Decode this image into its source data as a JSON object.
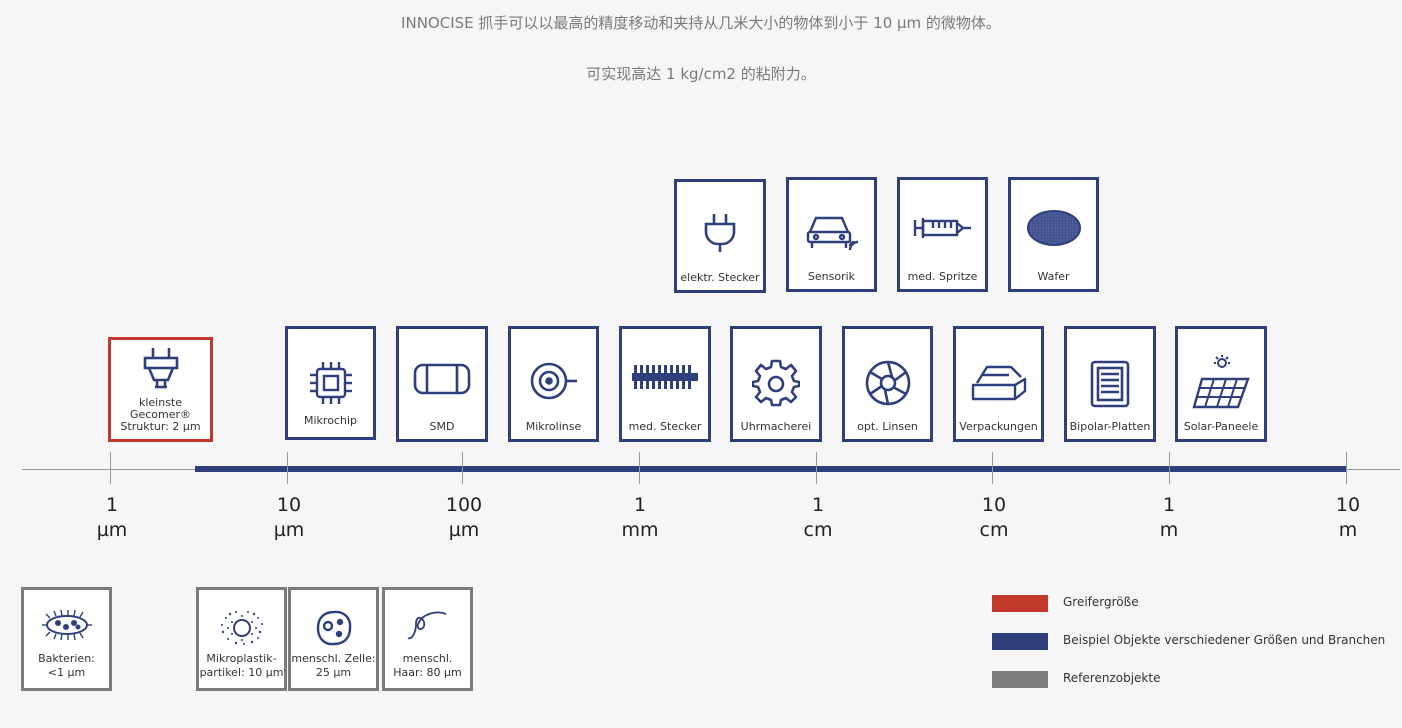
{
  "intro": {
    "line1": "INNOCISE 抓手可以以最高的精度移动和夹持从几米大小的物体到小于 10 µm 的微物体。",
    "line2": "可实现高达 1 kg/cm2 的粘附力。"
  },
  "gripper": {
    "label": [
      "kleinste",
      "Gecomer®",
      "Struktur: 2 µm"
    ],
    "icon": "gripper-icon"
  },
  "top_objects": [
    {
      "label": "elektr. Stecker",
      "icon": "plug-icon"
    },
    {
      "label": "Sensorik",
      "icon": "car-sensor-icon"
    },
    {
      "label": "med. Spritze",
      "icon": "syringe-icon"
    },
    {
      "label": "Wafer",
      "icon": "wafer-icon"
    }
  ],
  "mid_objects": [
    {
      "label": "Mikrochip",
      "icon": "chip-icon"
    },
    {
      "label": "SMD",
      "icon": "smd-icon"
    },
    {
      "label": "Mikrolinse",
      "icon": "lens-icon"
    },
    {
      "label": "med. Stecker",
      "icon": "connector-icon"
    },
    {
      "label": "Uhrmacherei",
      "icon": "gear-icon"
    },
    {
      "label": "opt. Linsen",
      "icon": "aperture-icon"
    },
    {
      "label": "Verpackungen",
      "icon": "package-icon"
    },
    {
      "label": "Bipolar-Platten",
      "icon": "plate-icon"
    },
    {
      "label": "Solar-Paneele",
      "icon": "solar-panel-icon"
    }
  ],
  "ref_objects": [
    {
      "label": [
        "Bakterien:",
        "<1 µm"
      ],
      "icon": "bacteria-icon"
    },
    {
      "label": [
        "Mikroplastik-",
        "partikel: 10 µm"
      ],
      "icon": "microplastic-icon"
    },
    {
      "label": [
        "menschl. Zelle:",
        "25 µm"
      ],
      "icon": "cell-icon"
    },
    {
      "label": [
        "menschl.",
        "Haar: 80 µm"
      ],
      "icon": "hair-icon"
    }
  ],
  "axis": {
    "ticks": [
      {
        "value": "1",
        "unit": "µm"
      },
      {
        "value": "10",
        "unit": "µm"
      },
      {
        "value": "100",
        "unit": "µm"
      },
      {
        "value": "1",
        "unit": "mm"
      },
      {
        "value": "1",
        "unit": "cm"
      },
      {
        "value": "10",
        "unit": "cm"
      },
      {
        "value": "1",
        "unit": "m"
      },
      {
        "value": "10",
        "unit": "m"
      }
    ]
  },
  "legend": [
    {
      "label": "Greifergröße",
      "color": "#c0392b"
    },
    {
      "label": "Beispiel Objekte verschiedener Größen und Branchen",
      "color": "#2f3f7c"
    },
    {
      "label": "Referenzobjekte",
      "color": "#7b7b7b"
    }
  ],
  "colors": {
    "navy": "#2f3f7c",
    "red": "#c0392b",
    "gray": "#7b7b7b"
  }
}
